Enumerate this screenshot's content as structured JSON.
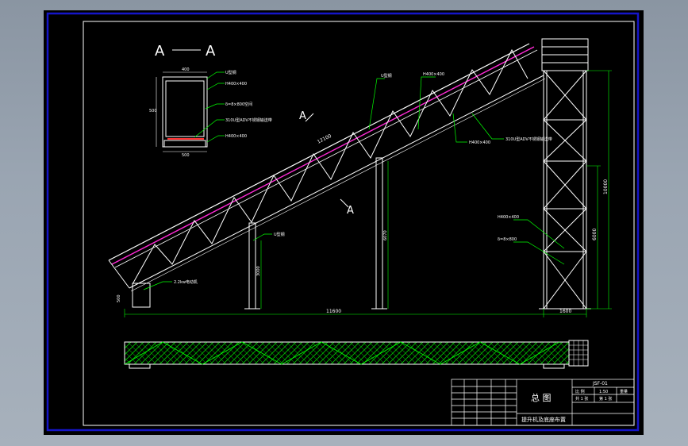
{
  "section": {
    "title_left": "A",
    "title_right": "A",
    "width_dim": "400",
    "height_dim": "500",
    "bottom_dim": "500",
    "callouts": [
      "U型钢",
      "H400×400",
      "δ=8×800空间",
      "310U型ADV不锈钢输送带",
      "H400×400"
    ]
  },
  "main": {
    "mark_top": "A",
    "mark_bottom": "A",
    "lengths": {
      "total": "11600",
      "tower_base": "1600",
      "tower_height": "10000",
      "mid_height": "6000",
      "belt": "12100"
    },
    "column_heights": [
      "3000",
      "6070"
    ],
    "labels": {
      "u_channel_top": "U型钢",
      "h_beam": "H400×400",
      "h_beam2": "H400×400",
      "belt_note": "310U型ADV不锈钢输送带",
      "small_col": "U型钢",
      "feeder": "2.2kw电动机",
      "tower_note1": "H400×400",
      "tower_note2": "δ=8×800",
      "left_dim": "500"
    }
  },
  "title_block": {
    "name": "总 图",
    "project": "提升机及底座布置",
    "drawing_no": "JSF-01",
    "scale_label": "比 例",
    "scale_value": "1:50",
    "sheet_label": "共 1 张",
    "sheet_value": "第 1 张",
    "weight_label": "重量"
  },
  "colors": {
    "line": "#ffffff",
    "belt": "#ff2bd6",
    "hatch": "#00c800",
    "structure": "#00ff00",
    "frame": "#1515c8",
    "cyan": "#00ffff",
    "red": "#ff3030",
    "yellow": "#ffff00"
  }
}
